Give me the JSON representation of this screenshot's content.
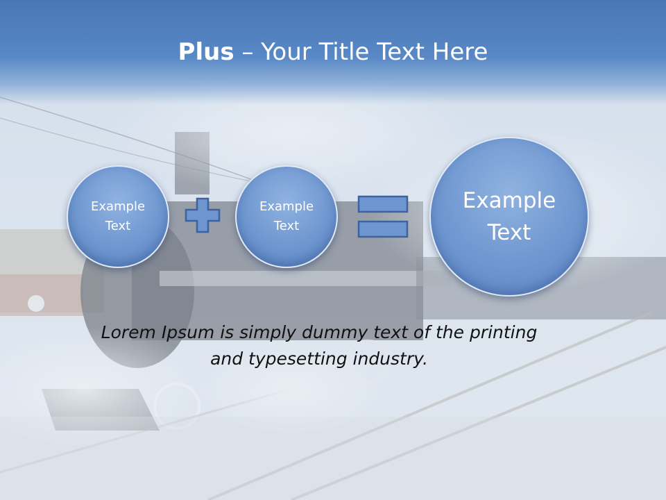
{
  "slide": {
    "title_bold": "Plus",
    "title_rest": " – Your Title Text Here",
    "circles": [
      {
        "line1": "Example",
        "line2": "Text"
      },
      {
        "line1": "Example",
        "line2": "Text"
      },
      {
        "line1": "Example",
        "line2": "Text"
      }
    ],
    "caption_line1": "Lorem Ipsum is simply dummy text of the printing",
    "caption_line2": "and typesetting industry."
  },
  "colors": {
    "title_band": "#4a76b4",
    "circle_fill": "#6f97d0",
    "operator_fill": "#6d95cf",
    "operator_stroke": "#3e62a0",
    "caption_text": "#111111"
  },
  "icons": {
    "plus": "plus-icon",
    "equals": "equals-icon"
  }
}
